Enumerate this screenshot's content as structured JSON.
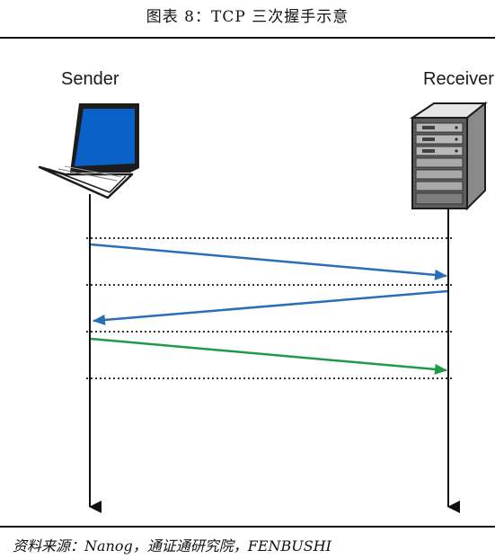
{
  "figure": {
    "title": "图表 8：TCP 三次握手示意",
    "source": "资料来源：Nanog，通证通研究院，FENBUSHI"
  },
  "diagram": {
    "sender": {
      "label": "Sender",
      "icon": "laptop-icon"
    },
    "receiver": {
      "label": "Receiver",
      "icon": "server-icon"
    },
    "messages": [
      {
        "from": "sender",
        "to": "receiver",
        "color": "#2a6db8"
      },
      {
        "from": "receiver",
        "to": "sender",
        "color": "#2a6db8"
      },
      {
        "from": "sender",
        "to": "receiver",
        "color": "#1f9a48"
      }
    ]
  },
  "colors": {
    "handshake_blue": "#2a6db8",
    "handshake_green": "#1f9a48",
    "laptop_screen": "#0a62c9"
  }
}
